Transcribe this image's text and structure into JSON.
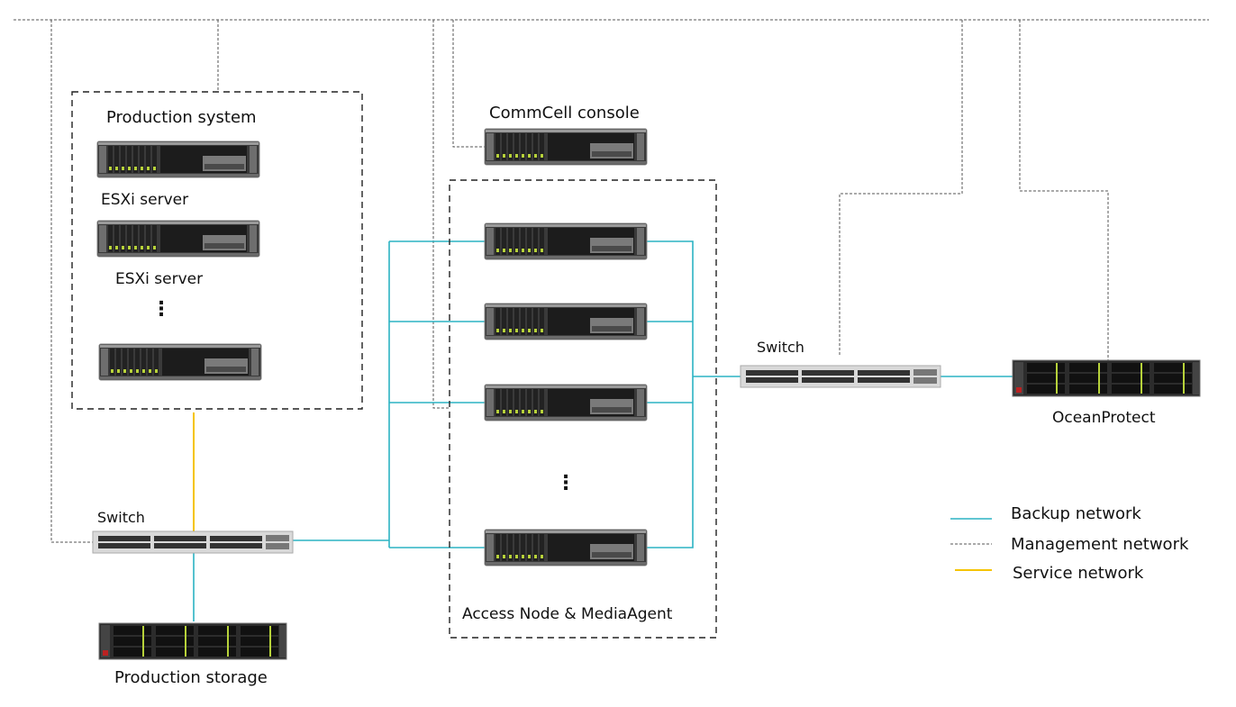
{
  "diagram": {
    "groups": {
      "production_system": "Production system",
      "access_node": "Access Node & MediaAgent"
    },
    "nodes": {
      "esxi_1": "ESXi server",
      "esxi_2": "ESXi server",
      "esxi_ellipsis": "⋮",
      "commcell": "CommCell console",
      "access_ellipsis": "⋮",
      "switch_left": "Switch",
      "switch_right": "Switch",
      "production_storage": "Production storage",
      "oceanprotect": "OceanProtect"
    },
    "legend": [
      {
        "label": "Backup network",
        "color": "#2bb3c3",
        "style": "solid"
      },
      {
        "label": "Management network",
        "color": "#555555",
        "style": "dashed"
      },
      {
        "label": "Service network",
        "color": "#f5c400",
        "style": "solid"
      }
    ],
    "colors": {
      "backup": "#2bb3c3",
      "management": "#555555",
      "service": "#f5c400",
      "group_border": "#222222"
    }
  }
}
